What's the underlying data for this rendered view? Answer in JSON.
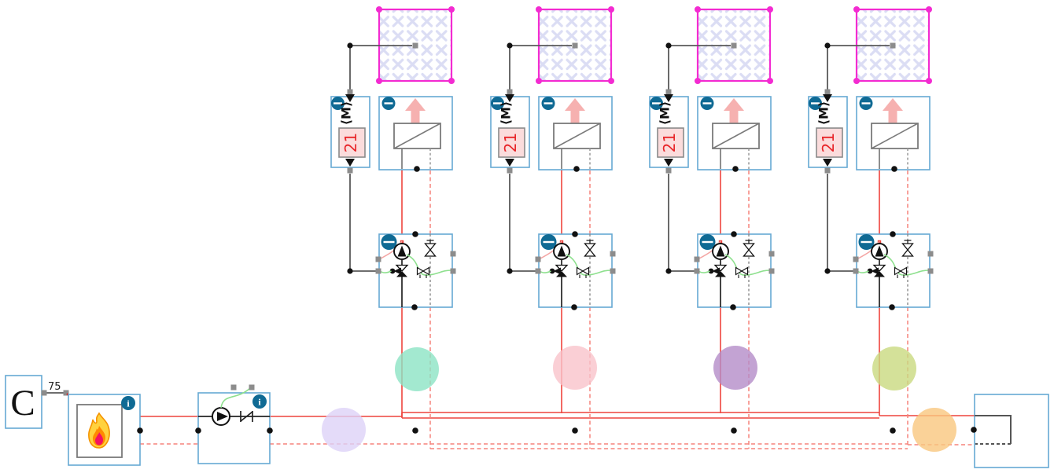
{
  "app": {
    "description": "hydronic heating schematic canvas with four room heating circuits, heat source, distribution pump and end piece"
  },
  "source_controller": {
    "label": "C",
    "setpoint_value": "75"
  },
  "boiler": {
    "icon": "flame-icon",
    "info_icon": "i"
  },
  "distribution_pump": {
    "info_icon": "i"
  },
  "end_block": {
    "icon": "hydraulic-end-piece"
  },
  "icons": {
    "minus": "−",
    "info": "i"
  },
  "units": [
    {
      "actuator_label": "⟨M⟩",
      "temperature_setpoint": "21"
    },
    {
      "actuator_label": "⟨M⟩",
      "temperature_setpoint": "21"
    },
    {
      "actuator_label": "⟨M⟩",
      "temperature_setpoint": "21"
    },
    {
      "actuator_label": "⟨M⟩",
      "temperature_setpoint": "21"
    }
  ],
  "highlight_circles": [
    {
      "name": "branch-1-highlight",
      "color": "#8ce3c4"
    },
    {
      "name": "branch-2-highlight",
      "color": "#f9c3cb"
    },
    {
      "name": "branch-3-highlight",
      "color": "#b48cc8"
    },
    {
      "name": "branch-4-highlight",
      "color": "#c9da7f"
    },
    {
      "name": "supply-main-highlight",
      "color": "#ddd2f8"
    },
    {
      "name": "return-main-highlight",
      "color": "#f9c77e"
    }
  ],
  "colors": {
    "border_blue": "#66a9d3",
    "magenta": "#f32bd1",
    "pattern_blue": "#c3c7ec",
    "supply_red": "#ee443d",
    "return_red": "#f6837c",
    "badge_blue": "#0f6a94",
    "wire_green": "#8ee08e",
    "connector_gray": "#5a5a5a",
    "symbol_gray": "#7a7a7a",
    "handle_gray": "#8c8c8c",
    "setpoint_red": "#e8262a",
    "setpoint_bg": "#fbdcdc",
    "heat_pink": "#f6b1b0",
    "flame_yellow": "#ffd23f",
    "flame_orange": "#f59300",
    "flame_core": "#f5125f"
  }
}
